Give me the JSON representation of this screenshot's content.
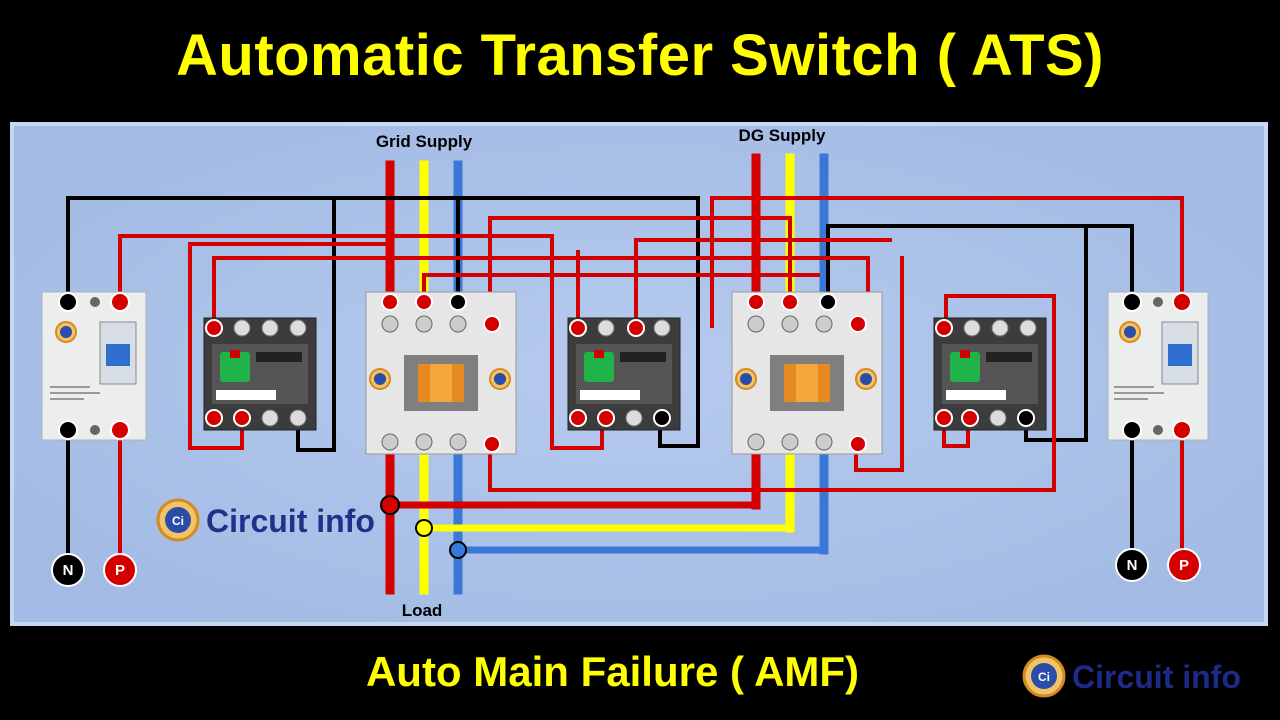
{
  "title": "Automatic Transfer Switch ( ATS)",
  "subtitle": "Auto Main Failure ( AMF)",
  "labels": {
    "grid_supply": "Grid Supply",
    "dg_supply": "DG Supply",
    "load": "Load"
  },
  "brand": {
    "name": "Circuit info",
    "logo_icon": "circuit-info-logo-icon"
  },
  "terminals": {
    "neutral": "N",
    "phase": "P"
  },
  "wire_colors": {
    "red": "#d40000",
    "yellow": "#ffff00",
    "blue": "#3a78d8",
    "black": "#000000"
  },
  "panel_color": "#a9c0e6"
}
